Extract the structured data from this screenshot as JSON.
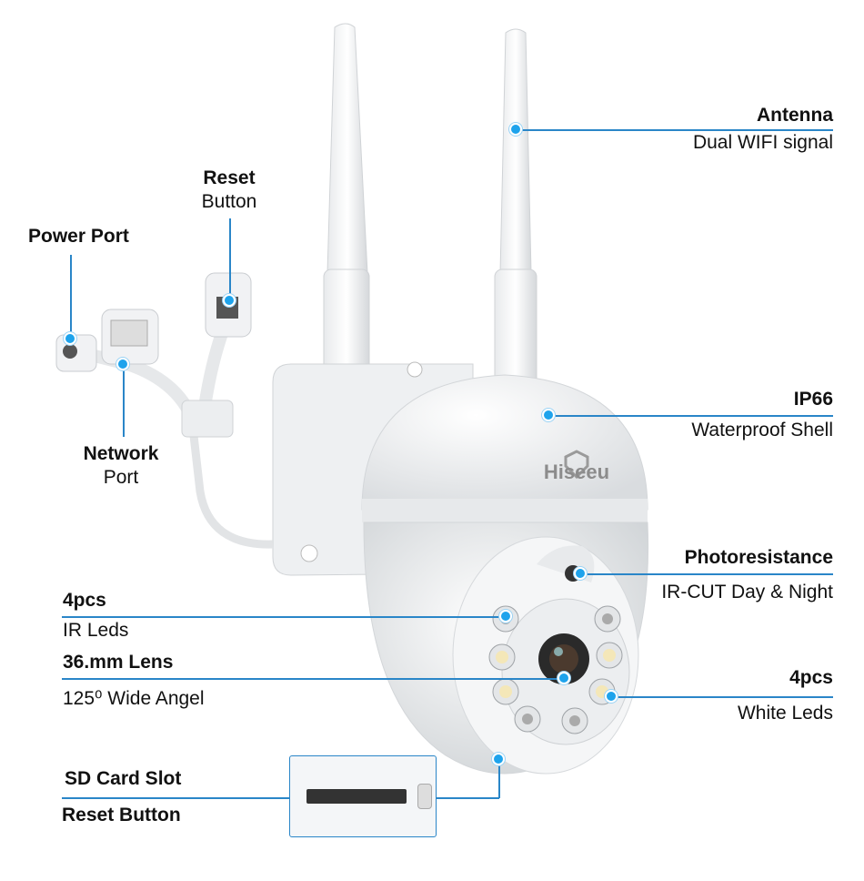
{
  "brand": "Hiseeu",
  "colors": {
    "accent": "#2a86c8",
    "dot": "#1ea3ec"
  },
  "labels": {
    "antenna": {
      "title": "Antenna",
      "desc": "Dual WIFI signal"
    },
    "ip66": {
      "title": "IP66",
      "desc": "Waterproof Shell"
    },
    "photo": {
      "title": "Photoresistance",
      "desc": "IR-CUT Day & Night"
    },
    "white_leds": {
      "title": "4pcs",
      "desc": "White Leds"
    },
    "ir_leds": {
      "title": "4pcs",
      "desc": "IR Leds"
    },
    "lens": {
      "title": "36.mm Lens",
      "desc": "125⁰ Wide Angel"
    },
    "sd": {
      "title": "SD Card Slot",
      "desc": "Reset Button"
    },
    "power": {
      "title": "Power Port"
    },
    "reset": {
      "title": "Reset",
      "desc": "Button"
    },
    "network": {
      "title": "Network",
      "desc": "Port"
    }
  }
}
